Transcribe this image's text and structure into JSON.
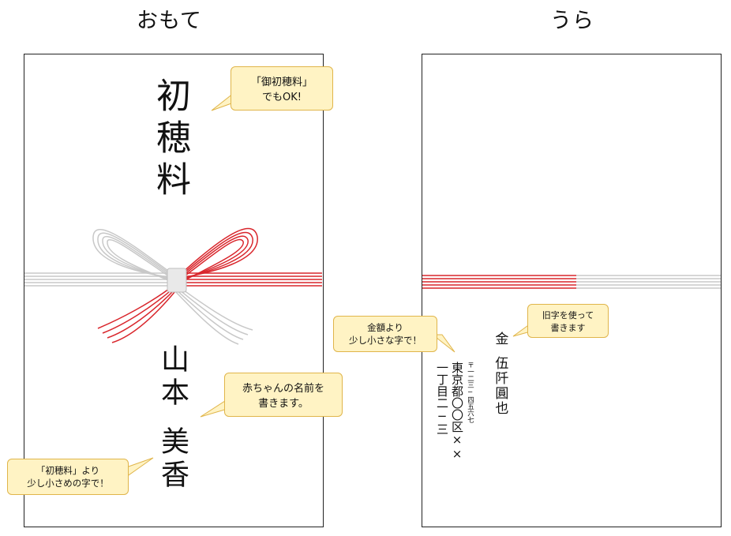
{
  "front": {
    "heading": "おもて",
    "title": "初穂料",
    "name_family": "山本",
    "name_given": "美香"
  },
  "back": {
    "heading": "うら",
    "amount_label": "金",
    "amount_value": "伍阡圓也",
    "postal_code": "〒一二三−四五六七",
    "address_line1": "東京都〇〇区××",
    "address_line2": "一丁目二−三"
  },
  "callouts": {
    "title_alt": "「御初穂料」\nでもOK!",
    "baby_name": "赤ちゃんの名前を\n書きます。",
    "name_size": "「初穂料」より\n少し小さめの字で！",
    "amount_size": "金額より\n少し小さな字で！",
    "old_kanji": "旧字を使って\n書きます"
  },
  "colors": {
    "mizuhiki_red": "#d9262c",
    "mizuhiki_silver": "#c8c8c8",
    "callout_fill": "#fff3c4",
    "callout_border": "#e0b54a"
  }
}
